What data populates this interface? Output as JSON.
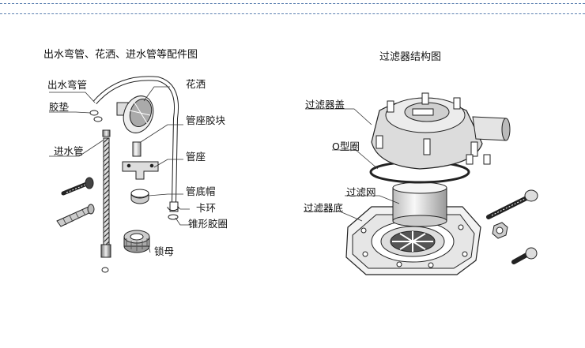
{
  "left_panel": {
    "title": "出水弯管、花洒、进水管等配件图",
    "labels": {
      "outlet_elbow": "出水弯管",
      "gasket": "胶垫",
      "inlet_pipe": "进水管",
      "shower_head": "花洒",
      "pipe_seat_rubber": "管座胶块",
      "pipe_seat": "管座",
      "pipe_bottom_cap": "管底帽",
      "snap_ring": "卡环",
      "cone_rubber_ring": "锥形胶圈",
      "lock_nut": "锁母"
    }
  },
  "right_panel": {
    "title": "过滤器结构图",
    "labels": {
      "filter_cover": "过滤器盖",
      "o_ring": "O型圈",
      "filter_mesh": "过滤网",
      "filter_base": "过滤器底"
    }
  }
}
